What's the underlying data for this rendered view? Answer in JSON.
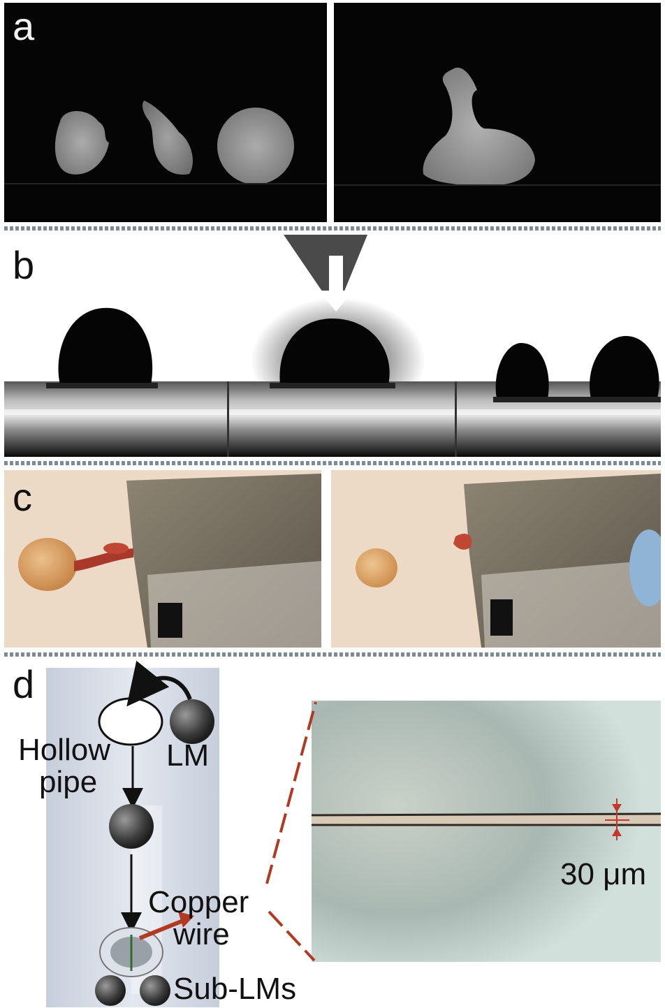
{
  "panels": {
    "a": {
      "label": "a"
    },
    "b": {
      "label": "b"
    },
    "c": {
      "label": "c"
    },
    "d": {
      "label": "d",
      "hollow_pipe": [
        "Hollow",
        "pipe"
      ],
      "lm": "LM",
      "copper_wire": [
        "Copper",
        "wire"
      ],
      "sub_lms": "Sub-LMs",
      "scale": "30 μm"
    }
  },
  "colors": {
    "dark_bg": "#050505",
    "separator": "#7d8a99",
    "copper_arrow": "#b13a22",
    "droplet_orange": "#d9a25c"
  }
}
